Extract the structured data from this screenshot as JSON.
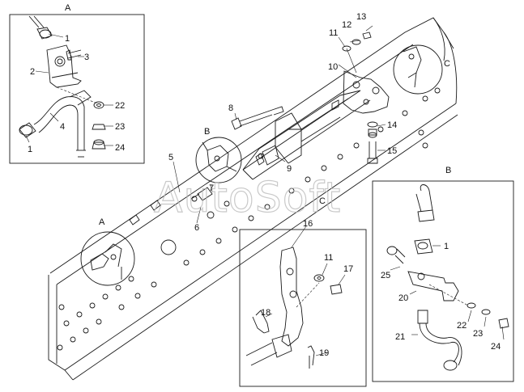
{
  "diagram": {
    "callouts": {
      "c1a": "1",
      "c2": "2",
      "c3": "3",
      "c4": "4",
      "c1b": "1",
      "c22": "22",
      "c23": "23",
      "c24": "24",
      "c5": "5",
      "c6": "6",
      "c7": "7",
      "c8": "8",
      "c9": "9",
      "c10": "10",
      "c11": "11",
      "c12": "12",
      "c13": "13",
      "c14": "14",
      "c15": "15",
      "c16": "16",
      "c11c": "11",
      "c17": "17",
      "c18": "18",
      "c19": "19",
      "c1d": "1",
      "c25": "25",
      "c20": "20",
      "c21": "21",
      "c22d": "22",
      "c23d": "23",
      "c24d": "24"
    },
    "view_labels": {
      "viewA_title": "A",
      "viewB_title": "B",
      "frameA": "A",
      "frameB": "B",
      "frameC": "C",
      "circleC": "C"
    },
    "watermark": "AutoSoft"
  }
}
